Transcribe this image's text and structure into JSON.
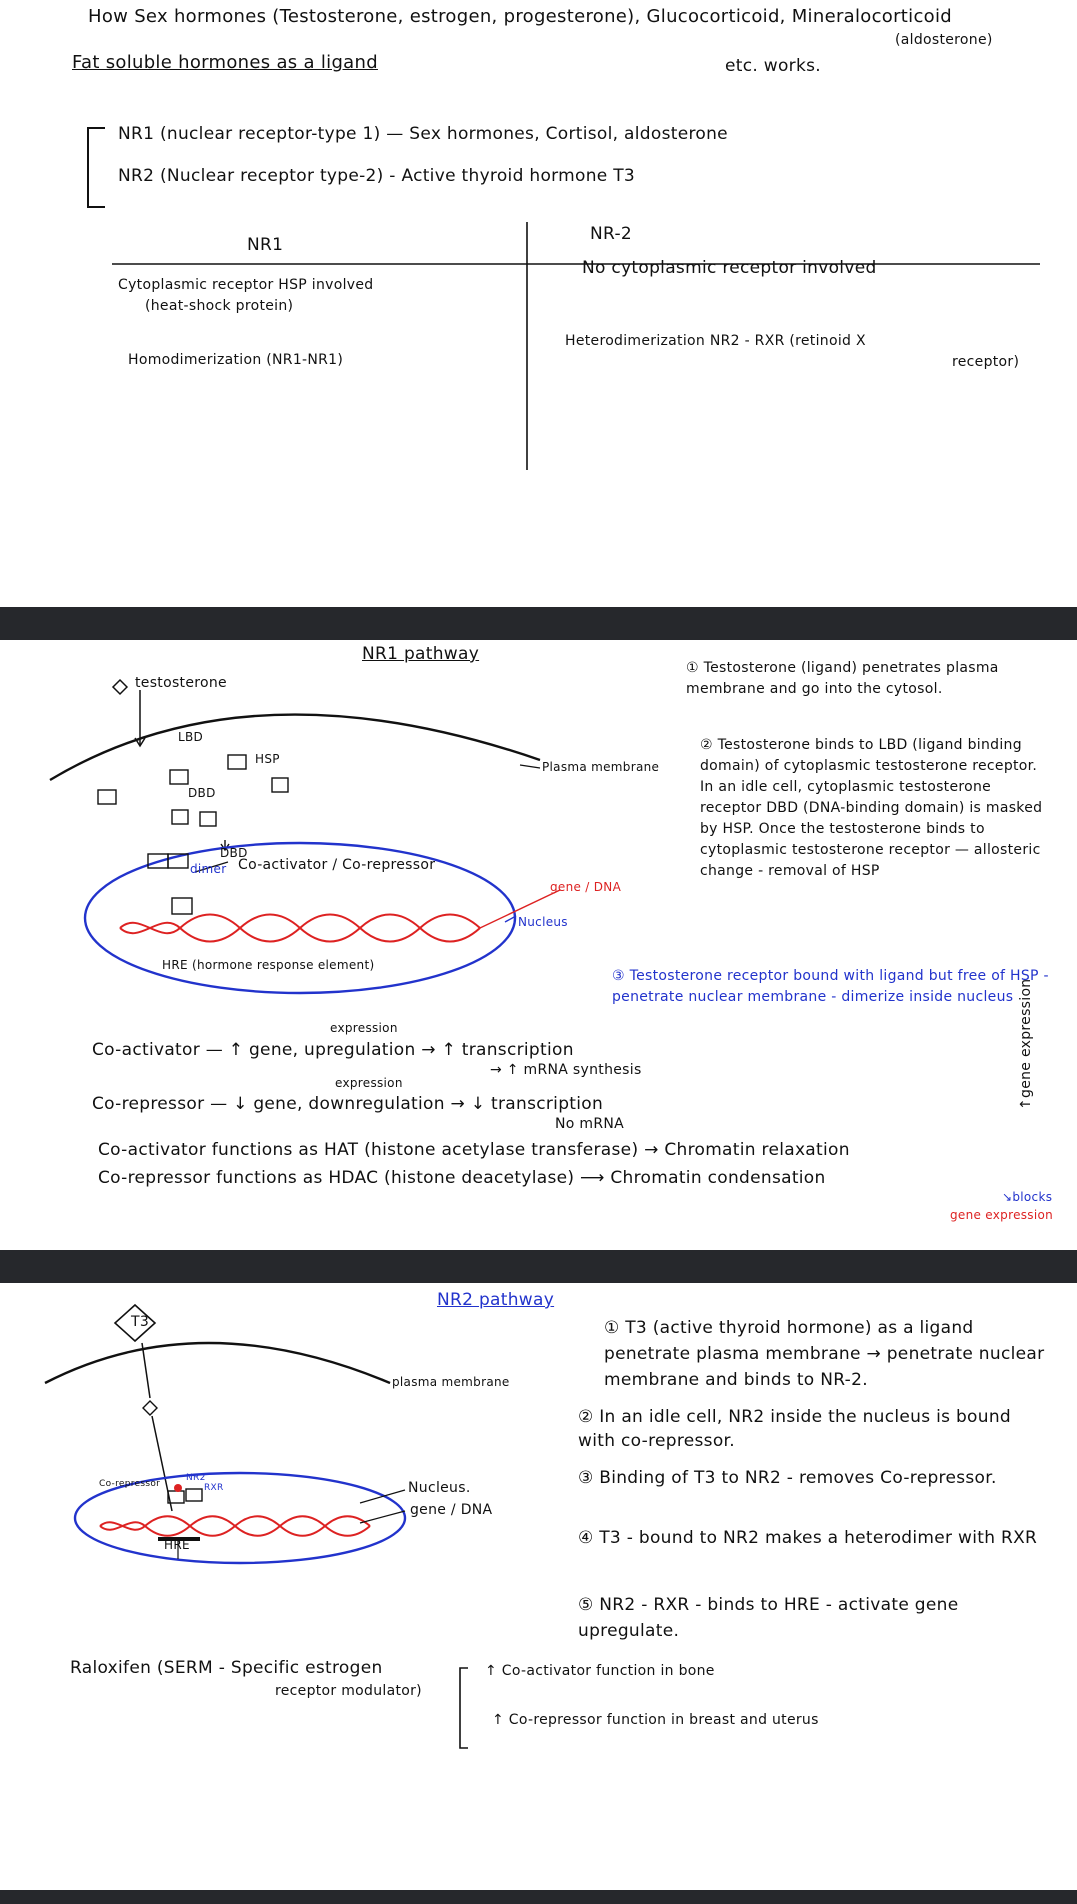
{
  "section1": {
    "intro_line1": "How Sex hormones (Testosterone, estrogen, progesterone), Glucocorticoid, Mineralocorticoid",
    "intro_paren": "(aldosterone)",
    "intro_line2": "Fat soluble hormones as a ligand",
    "intro_works": "etc. works.",
    "nr1_def": "NR1 (nuclear receptor-type 1) — Sex hormones, Cortisol, aldosterone",
    "nr2_def": "NR2 (Nuclear receptor type-2) - Active thyroid hormone T3",
    "table": {
      "col1_header": "NR1",
      "col2_header": "NR-2",
      "nr1_row1_a": "Cytoplasmic receptor HSP involved",
      "nr1_row1_b": "(heat-shock protein)",
      "nr1_row2": "Homodimerization (NR1-NR1)",
      "nr2_row1": "No cytoplasmic receptor involved",
      "nr2_row2_a": "Heterodimerization   NR2 - RXR (retinoid X",
      "nr2_row2_b": "receptor)"
    }
  },
  "section2": {
    "title": "NR1 pathway",
    "labels": {
      "testosterone": "testosterone",
      "lbd": "LBD",
      "hsp": "HSP",
      "dbd": "DBD",
      "dbd2": "DBD",
      "dimer": "dimer",
      "coact": "Co-activator / Co-repressor",
      "plasma": "Plasma membrane",
      "gene": "gene / DNA",
      "nucleus": "Nucleus",
      "hre": "HRE (hormone response element)"
    },
    "steps": {
      "s1": "① Testosterone (ligand) penetrates plasma membrane and go into the cytosol.",
      "s2": "② Testosterone binds to LBD (ligand binding domain) of cytoplasmic testosterone receptor. In an idle cell, cytoplasmic testosterone receptor DBD (DNA-binding domain) is masked by HSP. Once the testosterone binds to cytoplasmic testosterone receptor — allosteric change - removal of HSP",
      "s3": "③ Testosterone receptor bound with ligand but free of HSP - penetrate nuclear membrane - dimerize inside nucleus"
    },
    "notes": {
      "expression1": "expression",
      "coact_line": "Co-activator — ↑ gene, upregulation → ↑ transcription",
      "mrna_line": "→ ↑ mRNA synthesis",
      "expression2": "expression",
      "corep_line": "Co-repressor — ↓ gene, downregulation → ↓ transcription",
      "no_mrna": "No mRNA",
      "gene_expr": "↑gene expression",
      "hat_line": "Co-activator functions as HAT (histone acetylase transferase) → Chromatin relaxation",
      "hdac_line": "Co-repressor functions as HDAC (histone deacetylase) ⟶ Chromatin condensation",
      "blocks": "↘blocks",
      "gene_expression": "gene expression"
    }
  },
  "section3": {
    "title": "NR2 pathway",
    "labels": {
      "t3": "T3",
      "plasma": "plasma membrane",
      "corepressor": "Co-repressor",
      "nr2": "NR2",
      "rxr": "RXR",
      "nucleus": "Nucleus.",
      "gene": "gene / DNA",
      "hre": "HRE"
    },
    "steps": {
      "s1": "① T3 (active thyroid hormone) as a ligand penetrate plasma membrane → penetrate nuclear membrane and binds to NR-2.",
      "s2": "② In an idle cell, NR2 inside the nucleus is bound with co-repressor.",
      "s3": "③ Binding of T3 to NR2 - removes Co-repressor.",
      "s4": "④ T3 - bound to NR2 makes a heterodimer with RXR",
      "s5": "⑤ NR2 - RXR - binds to HRE - activate gene upregulate."
    },
    "raloxifen": {
      "name": "Raloxifen (SERM - Specific estrogen",
      "name2": "receptor modulator)",
      "effect1": "↑ Co-activator function in bone",
      "effect2": "↑ Co-repressor function in breast and uterus"
    }
  },
  "colors": {
    "band": "#26282c",
    "ink": "#111111",
    "blue": "#2233cc",
    "red": "#dd2222"
  }
}
